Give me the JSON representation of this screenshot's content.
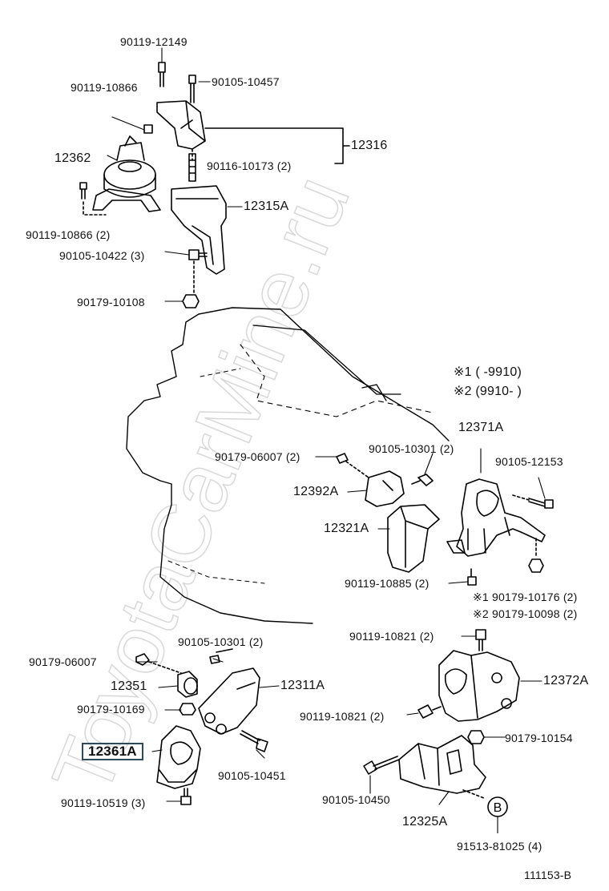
{
  "watermark": "ToyotaCarMine.ru",
  "legend": {
    "row1": "※1 (      -9910)",
    "row2": "※2 (9910-      )"
  },
  "callout_b": "B",
  "footer_code": "111153-B",
  "labels": {
    "p90119_12149": "90119-12149",
    "p90119_10866": "90119-10866",
    "p90105_10457": "90105-10457",
    "p12362": "12362",
    "p12316": "12316",
    "p90116_10173": "90116-10173 (2)",
    "p12315A": "12315A",
    "p90119_10866_2": "90119-10866 (2)",
    "p90105_10422": "90105-10422 (3)",
    "p90179_10108": "90179-10108",
    "p12371A": "12371A",
    "p90179_06007_2": "90179-06007 (2)",
    "p90105_10301_2a": "90105-10301 (2)",
    "p90105_12153": "90105-12153",
    "p12392A": "12392A",
    "p12321A": "12321A",
    "p90119_10885": "90119-10885 (2)",
    "p90179_10176": "※1 90179-10176 (2)",
    "p90179_10098": "※2 90179-10098 (2)",
    "p90119_10821_a": "90119-10821 (2)",
    "p90105_10301_2b": "90105-10301 (2)",
    "p90179_06007": "90179-06007",
    "p12351": "12351",
    "p12311A": "12311A",
    "p12372A": "12372A",
    "p90179_10169": "90179-10169",
    "p90119_10821_b": "90119-10821 (2)",
    "p12361A": "12361A",
    "p90179_10154": "90179-10154",
    "p90105_10451": "90105-10451",
    "p90105_10450": "90105-10450",
    "p90119_10519": "90119-10519 (3)",
    "p12325A": "12325A",
    "p91513_81025": "91513-81025 (4)"
  }
}
